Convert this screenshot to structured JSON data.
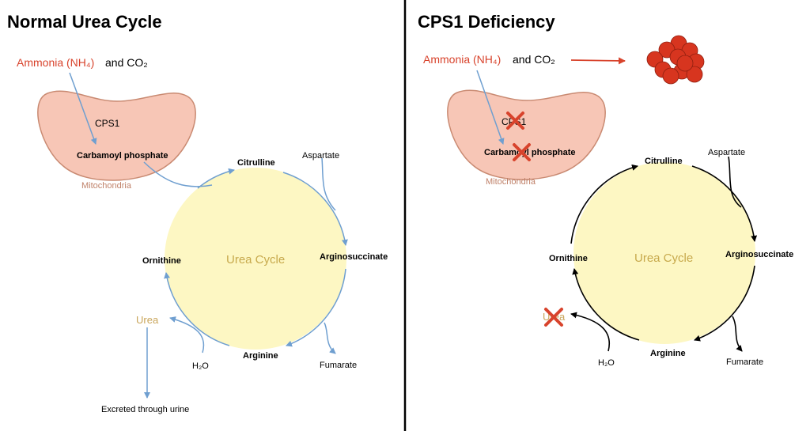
{
  "left": {
    "title": "Normal Urea Cycle",
    "ammonia": "Ammonia (NH₄)",
    "and_co2": "and CO₂",
    "enzyme": "CPS1",
    "carbamoyl": "Carbamoyl phosphate",
    "mitochondria": "Mitochondria",
    "cycle_label": "Urea Cycle",
    "citrulline": "Citrulline",
    "aspartate": "Aspartate",
    "argininosuccinate": "Arginosuccinate",
    "fumarate": "Fumarate",
    "arginine": "Arginine",
    "h2o": "H₂O",
    "ornithine": "Ornithine",
    "urea": "Urea",
    "excreted": "Excreted through urine"
  },
  "right": {
    "title": "CPS1 Deficiency",
    "ammonia": "Ammonia (NH₄)",
    "and_co2": "and CO₂",
    "enzyme": "CPS1",
    "carbamoyl": "Carbamoyl phosphate",
    "mitochondria": "Mitochondria",
    "cycle_label": "Urea Cycle",
    "citrulline": "Citrulline",
    "aspartate": "Aspartate",
    "argininosuccinate": "Arginosuccinate",
    "fumarate": "Fumarate",
    "arginine": "Arginine",
    "h2o": "H₂O",
    "ornithine": "Ornithine",
    "urea": "Urea"
  },
  "colors": {
    "ammonia_text": "#d8432c",
    "mito_fill": "#f7c6b6",
    "mito_stroke": "#c98a72",
    "cycle_fill": "#fdf7c3",
    "normal_arrow": "#6f9fd0",
    "deficient_arrow": "#000000",
    "block_x": "#d8432c",
    "ammonia_cluster": "#d7351f"
  },
  "icons": [
    "block-x-icon",
    "ammonia-accumulation-icon",
    "arrow-icon"
  ]
}
